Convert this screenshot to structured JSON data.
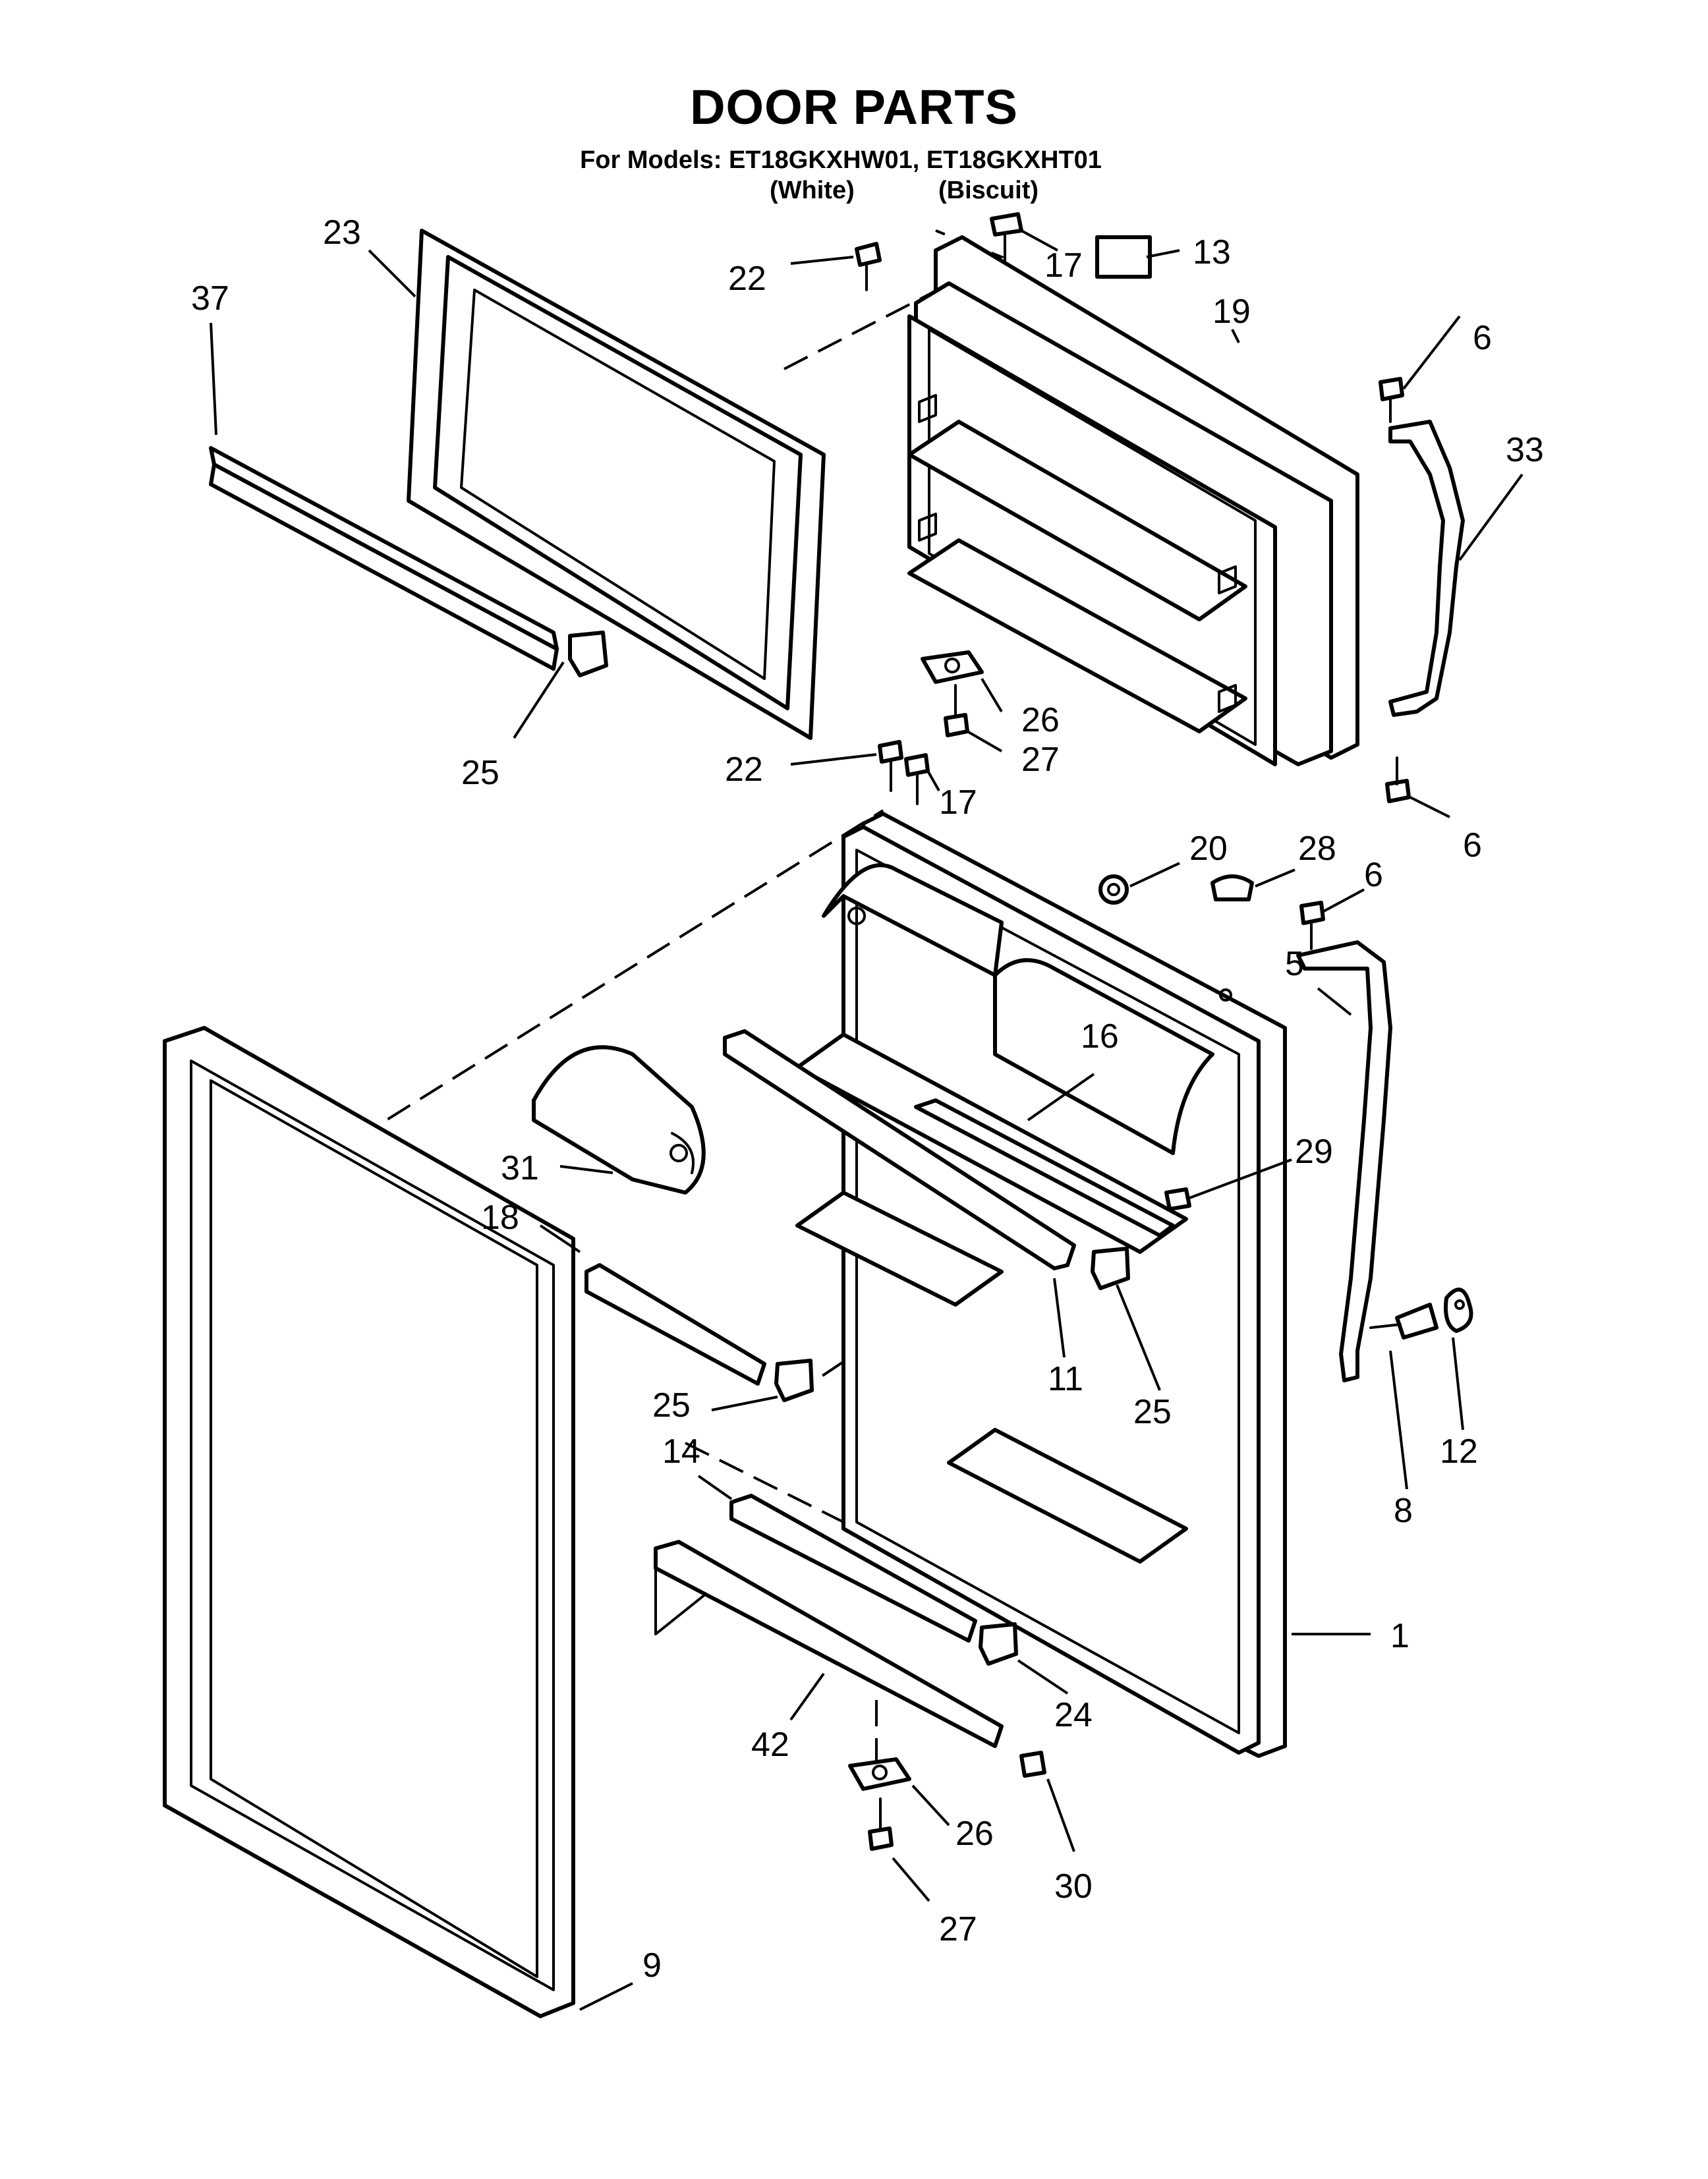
{
  "header": {
    "title": "DOOR PARTS",
    "models_line": "For Models: ET18GKXHW01, ET18GKXHT01",
    "variant_white": "(White)",
    "variant_biscuit": "(Biscuit)"
  },
  "callouts": [
    {
      "id": "c23",
      "label": "23"
    },
    {
      "id": "c37",
      "label": "37"
    },
    {
      "id": "c22a",
      "label": "22"
    },
    {
      "id": "c17a",
      "label": "17"
    },
    {
      "id": "c13",
      "label": "13"
    },
    {
      "id": "c19",
      "label": "19"
    },
    {
      "id": "c6a",
      "label": "6"
    },
    {
      "id": "c33",
      "label": "33"
    },
    {
      "id": "c25a",
      "label": "25"
    },
    {
      "id": "c26a",
      "label": "26"
    },
    {
      "id": "c27a",
      "label": "27"
    },
    {
      "id": "c6b",
      "label": "6"
    },
    {
      "id": "c22b",
      "label": "22"
    },
    {
      "id": "c17b",
      "label": "17"
    },
    {
      "id": "c20",
      "label": "20"
    },
    {
      "id": "c28",
      "label": "28"
    },
    {
      "id": "c6c",
      "label": "6"
    },
    {
      "id": "c5",
      "label": "5"
    },
    {
      "id": "c16",
      "label": "16"
    },
    {
      "id": "c31",
      "label": "31"
    },
    {
      "id": "c29",
      "label": "29"
    },
    {
      "id": "c18",
      "label": "18"
    },
    {
      "id": "c11",
      "label": "11"
    },
    {
      "id": "c25b",
      "label": "25"
    },
    {
      "id": "c25c",
      "label": "25"
    },
    {
      "id": "c8",
      "label": "8"
    },
    {
      "id": "c12",
      "label": "12"
    },
    {
      "id": "c14",
      "label": "14"
    },
    {
      "id": "c1",
      "label": "1"
    },
    {
      "id": "c24",
      "label": "24"
    },
    {
      "id": "c42",
      "label": "42"
    },
    {
      "id": "c26b",
      "label": "26"
    },
    {
      "id": "c30",
      "label": "30"
    },
    {
      "id": "c27b",
      "label": "27"
    },
    {
      "id": "c9",
      "label": "9"
    }
  ]
}
